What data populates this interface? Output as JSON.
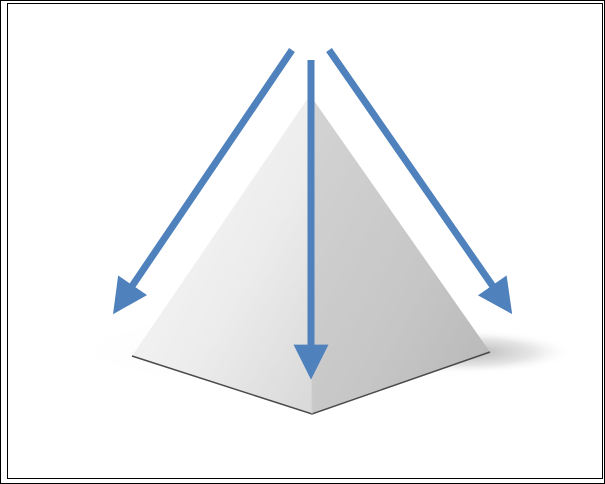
{
  "diagram": {
    "shape": "pyramid",
    "arrow_count": 3,
    "arrow_direction": "downward-outward",
    "colors": {
      "arrow": "#4f81bd",
      "face_left_light": "#f7f7f7",
      "face_left_dark": "#dcdcdc",
      "face_right_light": "#c9c9c9",
      "face_right_dark": "#b8b8b8",
      "shadow": "#888888",
      "frame": "#000000",
      "background": "#ffffff"
    }
  }
}
